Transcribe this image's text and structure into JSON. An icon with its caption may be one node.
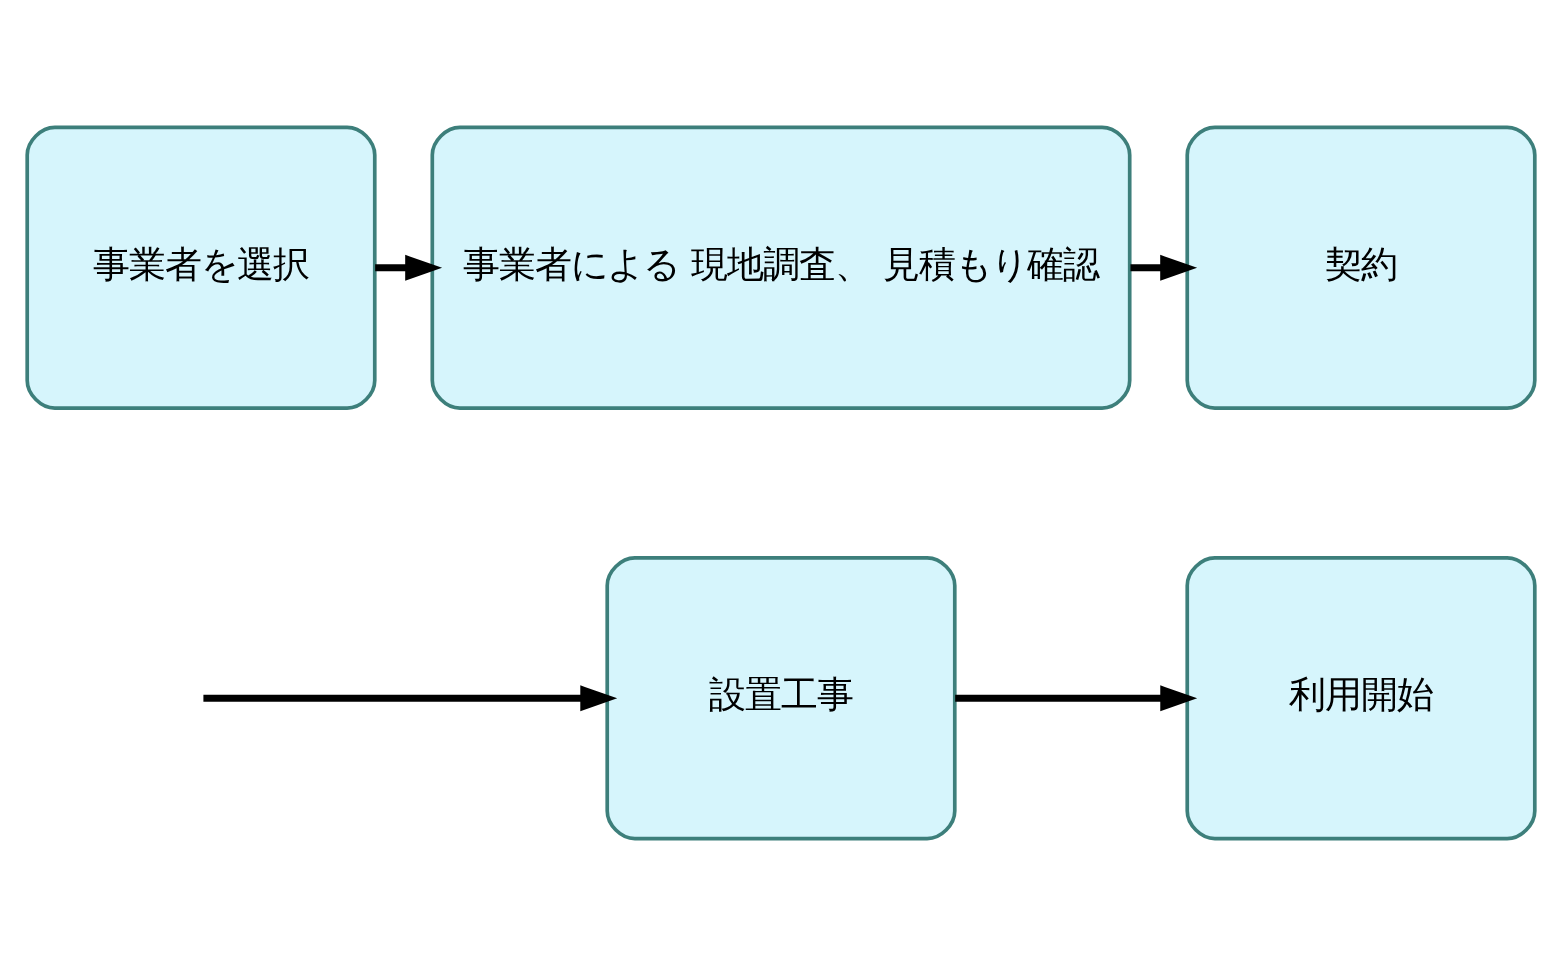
{
  "diagram": {
    "nodes": [
      {
        "text": [
          "事業者を選択"
        ]
      },
      {
        "text": [
          "事業者による 現地調査、 見積もり確認"
        ]
      },
      {
        "text": [
          "契約"
        ]
      },
      {
        "text": [
          "設置工事"
        ]
      },
      {
        "text": [
          "利用開始"
        ]
      }
    ],
    "edges": [
      {
        "from": 0,
        "to": 1,
        "arrow": "to"
      },
      {
        "from": 1,
        "to": 2,
        "arrow": "to"
      },
      {
        "from": null,
        "to": 3,
        "arrow": "to"
      },
      {
        "from": 3,
        "to": 4,
        "arrow": "to"
      }
    ]
  }
}
